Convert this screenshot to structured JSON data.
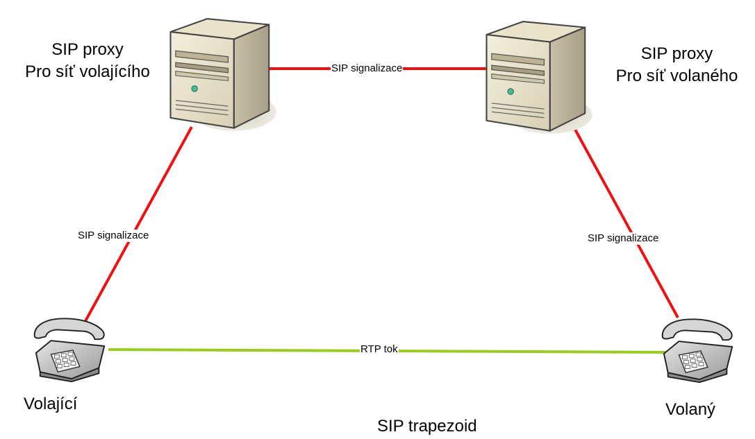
{
  "nodes": {
    "proxy_caller": {
      "line1": "SIP proxy",
      "line2": "Pro síť volajícího",
      "icon": "server-tower-icon"
    },
    "proxy_callee": {
      "line1": "SIP proxy",
      "line2": "Pro síť volaného",
      "icon": "server-tower-icon"
    },
    "caller": {
      "label": "Volající",
      "icon": "telephone-icon"
    },
    "callee": {
      "label": "Volaný",
      "icon": "telephone-icon"
    }
  },
  "links": {
    "proxy_to_proxy": "SIP signalizace",
    "caller_to_proxy": "SIP signalizace",
    "callee_to_proxy": "SIP signalizace",
    "media": "RTP tok"
  },
  "caption": "SIP trapezoid",
  "colors": {
    "signaling": "#ee1111",
    "media": "#99cc22",
    "server_body": "#ded6bc",
    "server_front": "#eee8d2",
    "phone_body": "#c8c8c8",
    "shadow": "#dcd8cc"
  }
}
